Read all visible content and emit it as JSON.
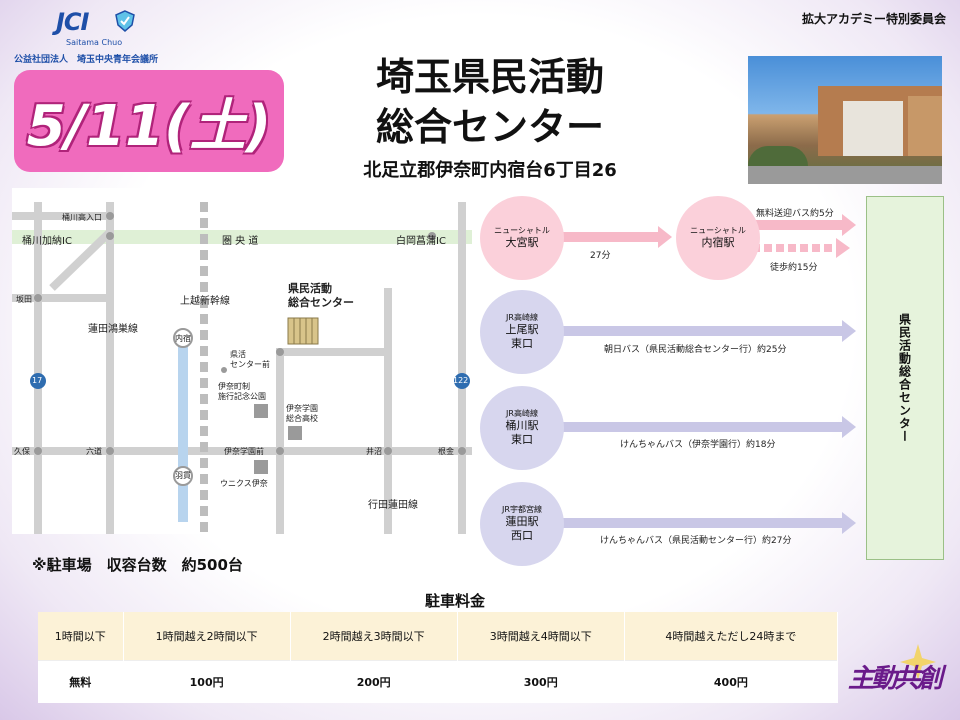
{
  "header": {
    "logo_text": "JCI",
    "logo_sub": "Saitama Chuo",
    "organization": "公益社団法人　埼玉中央青年会議所",
    "committee": "拡大アカデミー特別委員会"
  },
  "event": {
    "date": "5/11(土)",
    "venue_line1": "埼玉県民活動",
    "venue_line2": "総合センター",
    "address": "北足立郡伊奈町内宿台6丁目26"
  },
  "map": {
    "labels": {
      "okegawa_takaoiriguchi": "桶川高入口",
      "okegawa_kano_ic": "桶川加納IC",
      "kenodo": "圏 央 道",
      "shiraoka_ic": "白岡菖蒲IC",
      "joetsu_shinkansen": "上越新幹線",
      "center": "県民活動\n総合センター",
      "sakada": "坂田",
      "hasuda_konosu": "蓮田鴻巣線",
      "uchijuku": "内宿",
      "kenkatsu_mae": "県活\nセンター前",
      "inamachi_park": "伊奈町制\n施行記念公園",
      "ina_gakuen_hs": "伊奈学園\n総合高校",
      "route17": "17",
      "route122": "122",
      "kubo": "久保",
      "rokutsuji": "六道",
      "ina_gakuen_mae": "伊奈学園前",
      "inuma": "井沼",
      "neganemachi": "根金",
      "hanyu": "羽貫",
      "unix": "ウニクス伊奈",
      "gyoda_hasuda": "行田蓮田線"
    }
  },
  "routes": {
    "shuttle_omiya": {
      "line": "ニューシャトル",
      "station": "大宮駅"
    },
    "shuttle_uchijuku": {
      "line": "ニューシャトル",
      "station": "内宿駅"
    },
    "shuttle_time": "27分",
    "free_bus": "無料送迎バス約5分",
    "walk": "徒歩約15分",
    "ageo": {
      "line": "JR高崎線",
      "station": "上尾駅",
      "exit": "東口",
      "bus": "朝日バス（県民活動総合センター行）約25分"
    },
    "okegawa": {
      "line": "JR高崎線",
      "station": "桶川駅",
      "exit": "東口",
      "bus": "けんちゃんバス（伊奈学園行）約18分"
    },
    "hasuda": {
      "line": "JR宇都宮線",
      "station": "蓮田駅",
      "exit": "西口",
      "bus": "けんちゃんバス（県民活動センター行）約27分"
    },
    "destination": "県民活動総合センター"
  },
  "parking": {
    "note": "※駐車場　収容台数　約500台",
    "fee_title": "駐車料金",
    "headers": [
      "1時間以下",
      "1時間越え2時間以下",
      "2時間越え3時間以下",
      "3時間越え4時間以下",
      "4時間越えただし24時まで"
    ],
    "values": [
      "無料",
      "100円",
      "200円",
      "300円",
      "400円"
    ]
  },
  "motto": "主動共創"
}
